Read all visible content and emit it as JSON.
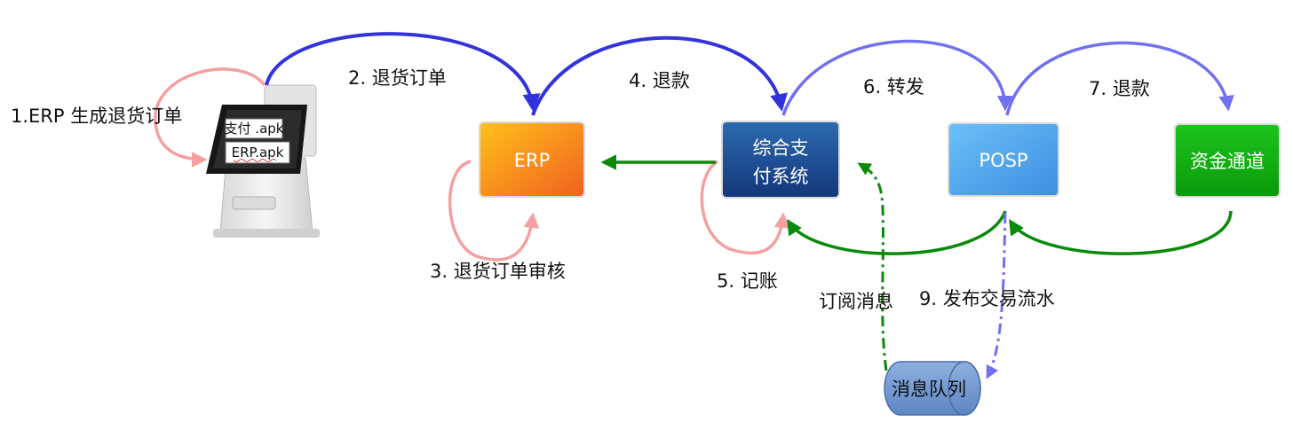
{
  "nodes": {
    "erp": "ERP",
    "payment_line1": "综合支",
    "payment_line2": "付系统",
    "posp": "POSP",
    "fund_channel": "资金通道",
    "queue": "消息队列"
  },
  "terminal": {
    "apk1": "支付 .apk",
    "apk2": "ERP.apk"
  },
  "steps": {
    "s1": "1.ERP 生成退货订单",
    "s2": "2. 退货订单",
    "s3": "3. 退货订单审核",
    "s4": "4. 退款",
    "s5": "5. 记账",
    "s6": "6. 转发",
    "s7": "7. 退款",
    "s9": "9. 发布交易流水",
    "subscribe": "订阅消息"
  },
  "colors": {
    "blue_dark": "#3333dd",
    "blue_light": "#7070f0",
    "green": "#0a8a0a",
    "pink": "#f4a0a0"
  }
}
